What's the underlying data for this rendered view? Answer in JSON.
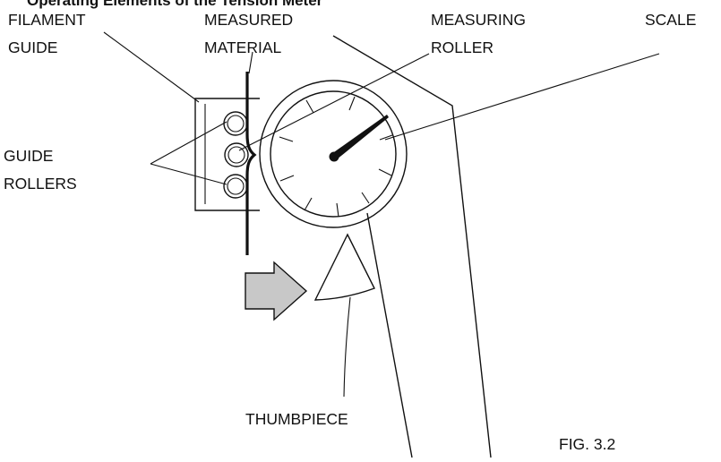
{
  "title": "Operating Elements of the Tension Meter",
  "labels": {
    "filament_guide_1": "FILAMENT",
    "filament_guide_2": "GUIDE",
    "measured_material_1": "MEASURED",
    "measured_material_2": "MATERIAL",
    "measuring_roller_1": "MEASURING",
    "measuring_roller_2": "ROLLER",
    "scale": "SCALE",
    "guide_rollers_1": "GUIDE",
    "guide_rollers_2": "ROLLERS",
    "thumbpiece": "THUMBPIECE",
    "figure": "FIG. 3.2"
  },
  "colors": {
    "ink": "#111111",
    "arrow_fill": "#c8c8c8"
  }
}
